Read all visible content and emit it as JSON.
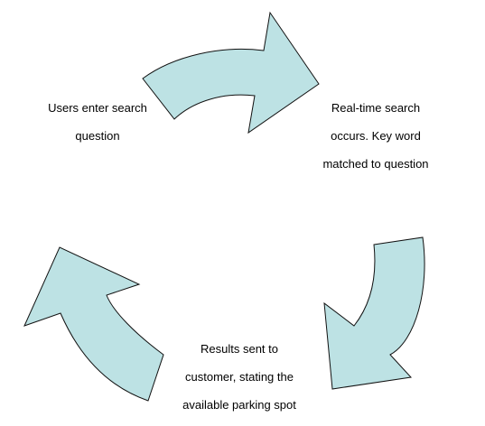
{
  "diagram": {
    "type": "cycle",
    "colors": {
      "arrow_fill": "#bde2e4",
      "arrow_stroke": "#111111",
      "text": "#000000",
      "background": "#ffffff"
    },
    "steps": [
      {
        "lines": [
          "Users enter search",
          "question"
        ]
      },
      {
        "lines": [
          "Real-time search",
          "occurs. Key word",
          "matched to question"
        ]
      },
      {
        "lines": [
          "Results sent to",
          "customer, stating the",
          "available parking spot"
        ]
      }
    ]
  }
}
